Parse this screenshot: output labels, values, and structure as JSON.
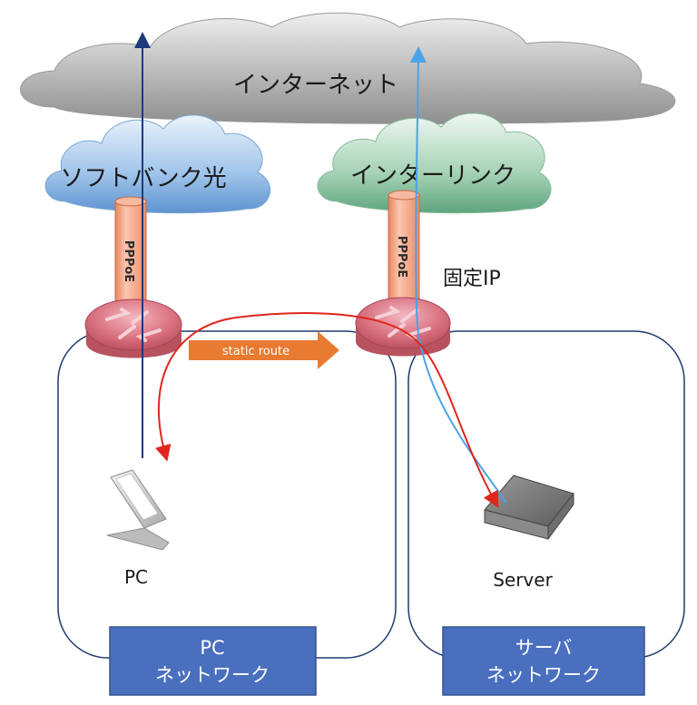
{
  "clouds": {
    "internet": "インターネット",
    "softbank": "ソフトバンク光",
    "interlink": "インターリンク"
  },
  "tunnels": {
    "left": "PPPoE",
    "right": "PPPoE"
  },
  "labels": {
    "fixed_ip": "固定IP",
    "static_route": "static route",
    "pc": "PC",
    "server": "Server"
  },
  "networks": {
    "pc_line1": "PC",
    "pc_line2": "ネットワーク",
    "server_line1": "サーバ",
    "server_line2": "ネットワーク"
  },
  "colors": {
    "box_fill": "#4a6fbf",
    "box_border": "#34528f",
    "network_border": "#1f3a6e",
    "red_route": "#e0261e",
    "blue_route": "#4aa3e8",
    "navy_route": "#1f3a7a",
    "static_arrow": "#e87a32",
    "tunnel": "#f4a98b",
    "router": "#d9707f"
  }
}
